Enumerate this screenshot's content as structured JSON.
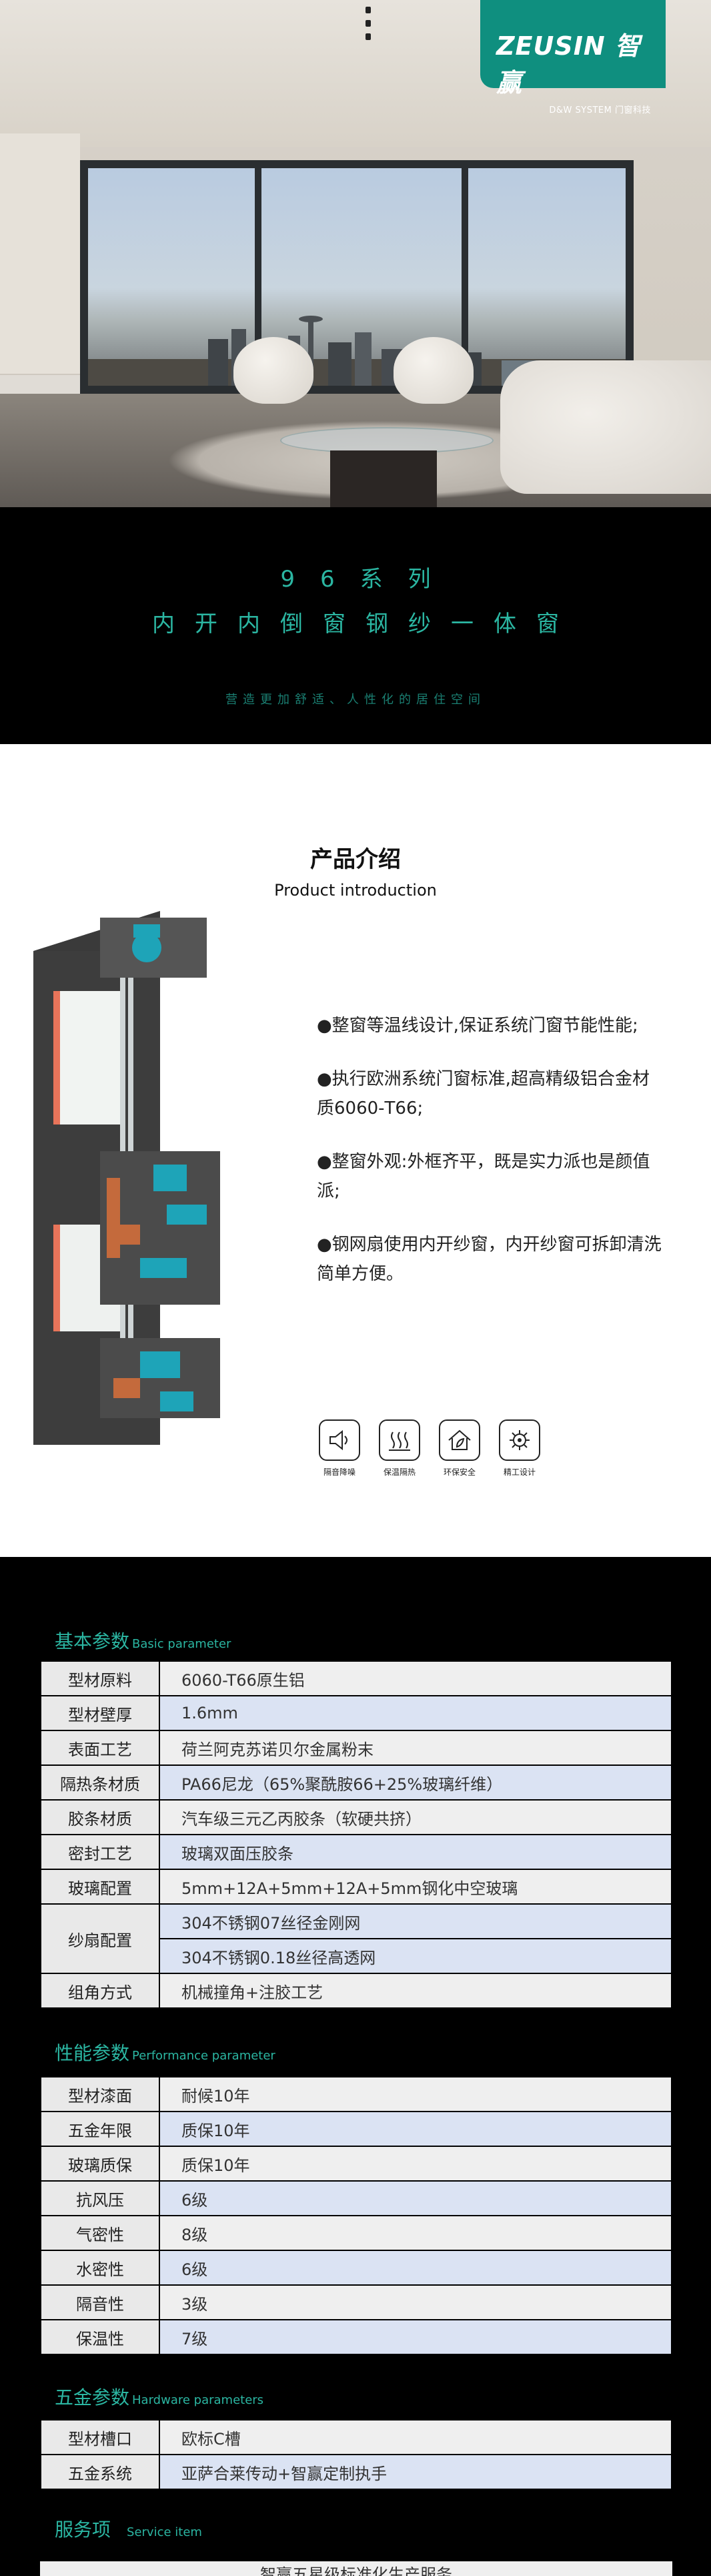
{
  "brand": {
    "name": "ZEUSIN 智赢",
    "sub": "D&W SYSTEM 门窗科技"
  },
  "hero_band": {
    "line1": "96系列",
    "line2": "内开内倒窗钢纱一体窗",
    "line3": "营造更加舒适、人性化的居住空间"
  },
  "intro": {
    "title": "产品介绍",
    "subtitle": "Product introduction",
    "features": [
      "●整窗等温线设计,保证系统门窗节能性能;",
      "●执行欧洲系统门窗标准,超高精级铝合金材质6060-T66;",
      "●整窗外观:外框齐平，既是实力派也是颜值派;",
      "●钢网扇使用内开纱窗，内开纱窗可拆卸清洗简单方便。"
    ],
    "icons": [
      {
        "icon": "sound-insulation-icon",
        "label": "隔音降噪"
      },
      {
        "icon": "thermal-insulation-icon",
        "label": "保温隔热"
      },
      {
        "icon": "eco-home-icon",
        "label": "环保安全"
      },
      {
        "icon": "gear-design-icon",
        "label": "精工设计"
      }
    ]
  },
  "basic": {
    "title": "基本参数",
    "title_en": "Basic parameter",
    "rows": [
      {
        "k": "型材原料",
        "v": "6060-T66原生铝"
      },
      {
        "k": "型材壁厚",
        "v": "1.6mm"
      },
      {
        "k": "表面工艺",
        "v": "荷兰阿克苏诺贝尔金属粉末"
      },
      {
        "k": "隔热条材质",
        "v": "PA66尼龙（65%聚酰胺66+25%玻璃纤维）"
      },
      {
        "k": "胶条材质",
        "v": "汽车级三元乙丙胶条（软硬共挤）"
      },
      {
        "k": "密封工艺",
        "v": "玻璃双面压胶条"
      },
      {
        "k": "玻璃配置",
        "v": "5mm+12A+5mm+12A+5mm钢化中空玻璃"
      },
      {
        "k": "纱扇配置",
        "v": "304不锈钢07丝径金刚网",
        "v2": "304不锈钢0.18丝径高透网"
      },
      {
        "k": "组角方式",
        "v": "机械撞角+注胶工艺"
      }
    ]
  },
  "performance": {
    "title": "性能参数",
    "title_en": "Performance parameter",
    "rows": [
      {
        "k": "型材漆面",
        "v": "耐候10年"
      },
      {
        "k": "五金年限",
        "v": "质保10年"
      },
      {
        "k": "玻璃质保",
        "v": "质保10年"
      },
      {
        "k": "抗风压",
        "v": "6级"
      },
      {
        "k": "气密性",
        "v": "8级"
      },
      {
        "k": "水密性",
        "v": "6级"
      },
      {
        "k": "隔音性",
        "v": "3级"
      },
      {
        "k": "保温性",
        "v": "7级"
      }
    ]
  },
  "hardware": {
    "title": "五金参数",
    "title_en": "Hardware parameters",
    "rows": [
      {
        "k": "型材槽口",
        "v": "欧标C槽"
      },
      {
        "k": "五金系统",
        "v": "亚萨合莱传动+智赢定制执手"
      }
    ]
  },
  "service": {
    "title": "服务项",
    "title_en": "Service item",
    "text": "智赢五星级标准化生产服务"
  },
  "colors": {
    "accent": "#2bb6a2",
    "brand_bg": "#0f8f7f",
    "row_blue": "#dbe3f3",
    "row_gray": "#efefef"
  }
}
